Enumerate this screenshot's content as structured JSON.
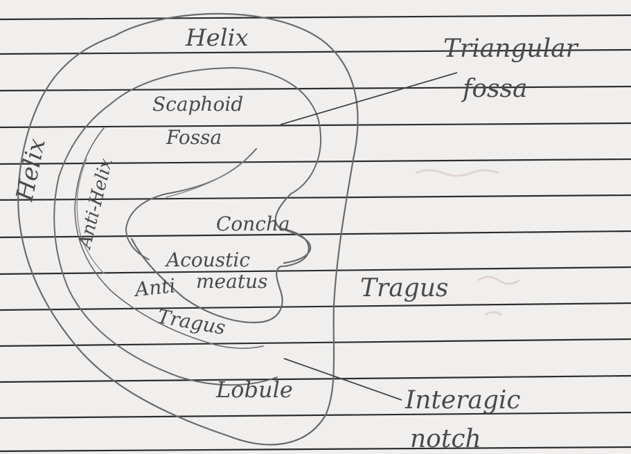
{
  "diagram": {
    "labels": {
      "helix_top": "Helix",
      "helix_left": "Helix",
      "triangular_fossa_line1": "Triangular",
      "triangular_fossa_line2": "fossa",
      "scaphoid_fossa_line1": "Scaphoid",
      "scaphoid_fossa_line2": "Fossa",
      "anti_helix": "Anti-Helix",
      "concha": "Concha",
      "acoustic_meatus_line1": "Acoustic",
      "acoustic_meatus_line2": "meatus",
      "anti_tragus_line1": "Anti",
      "anti_tragus_line2": "Tragus",
      "tragus": "Tragus",
      "lobule": "Lobule",
      "intertragic_notch_line1": "Interagic",
      "intertragic_notch_line2": "notch"
    },
    "colors": {
      "paper": "#f1efee",
      "ruled_line": "#2d2d2d",
      "pencil": "#6a6a6a",
      "pencil_light": "#9a9a9a"
    }
  }
}
